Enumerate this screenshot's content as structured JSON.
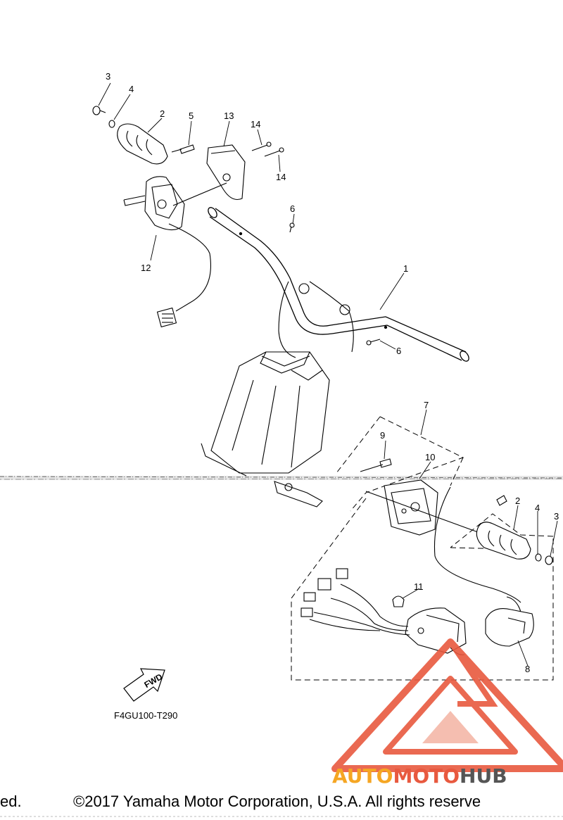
{
  "diagram": {
    "part_code": "F4GU100-T290",
    "fwd_label": "FWD",
    "callouts": {
      "c1": "1",
      "c2_top": "2",
      "c2_right": "2",
      "c3_top": "3",
      "c3_right": "3",
      "c4_top": "4",
      "c4_right": "4",
      "c5": "5",
      "c6_top": "6",
      "c6_mid": "6",
      "c7": "7",
      "c8": "8",
      "c9": "9",
      "c10": "10",
      "c11": "11",
      "c12": "12",
      "c13": "13",
      "c14_top": "14",
      "c14_bottom": "14"
    }
  },
  "watermark": {
    "brand_auto": "AUTO",
    "brand_moto": "MOTO",
    "brand_hub": "HUB",
    "colors": {
      "auto": "#f5a623",
      "moto": "#e8593f",
      "hub": "#555555",
      "logo": "#e8593f"
    }
  },
  "footer": {
    "left_fragment": "ed.",
    "copyright": "©2017 Yamaha Motor Corporation, U.S.A. All rights reserve"
  }
}
